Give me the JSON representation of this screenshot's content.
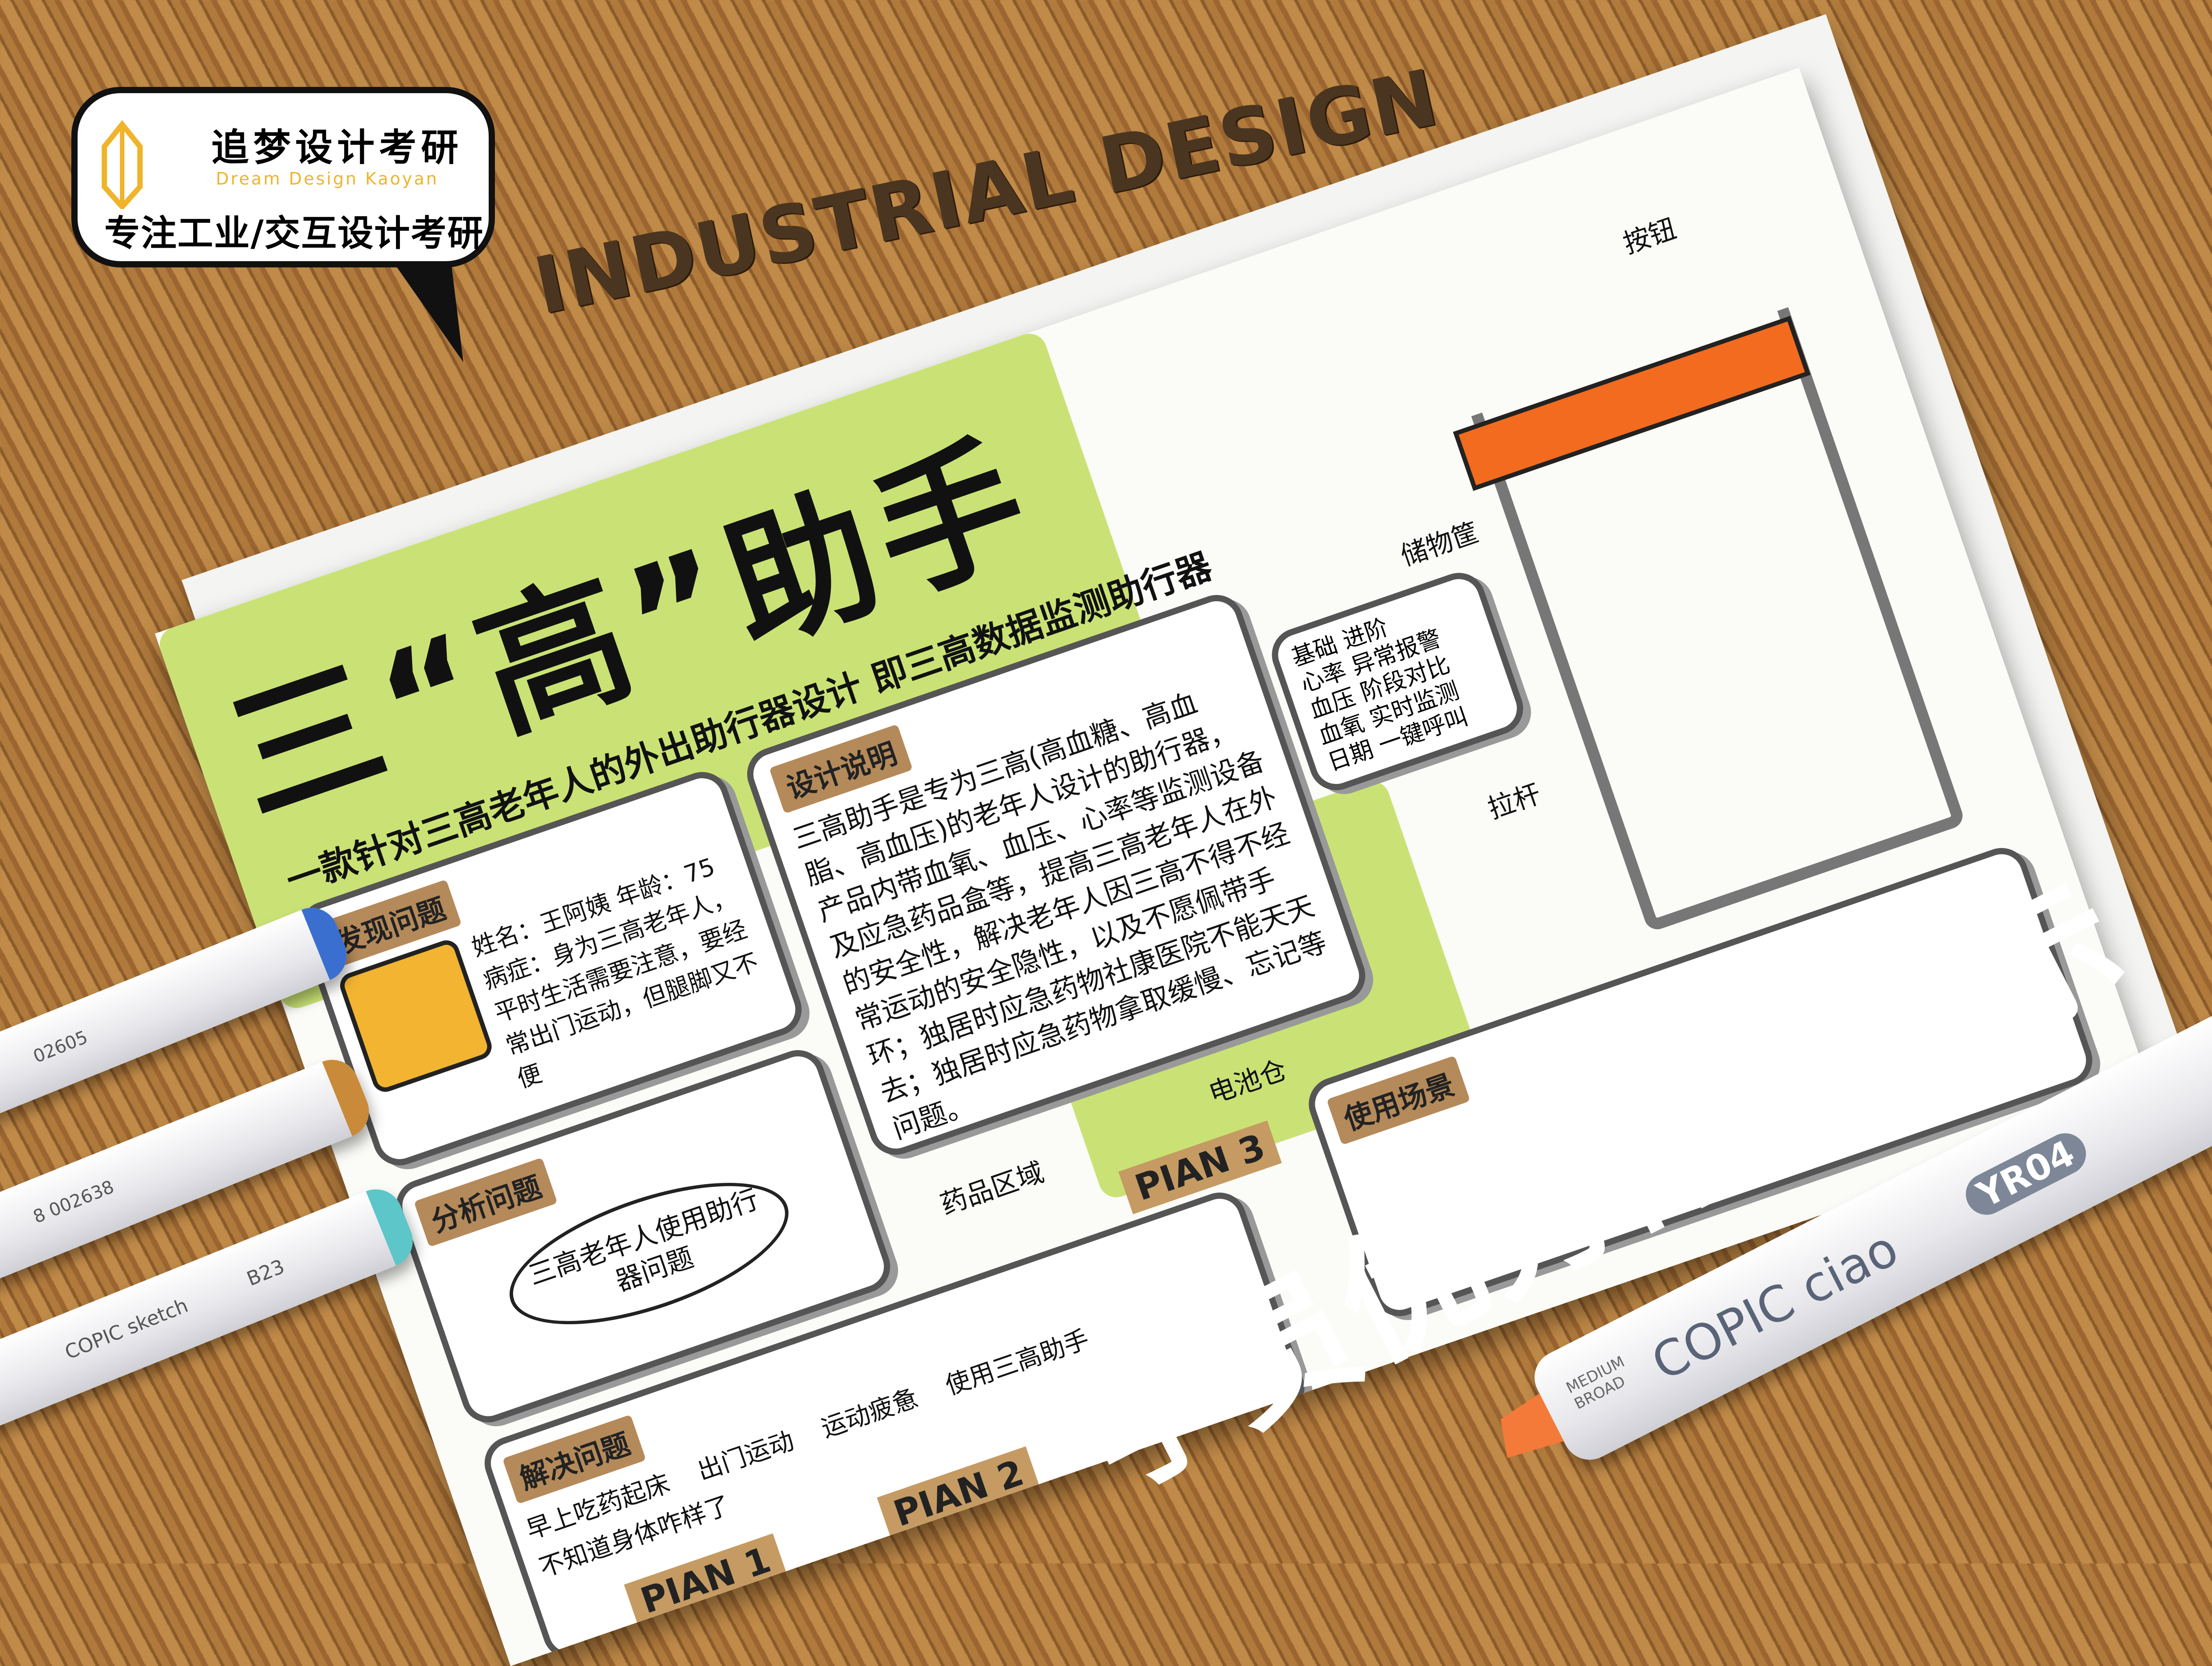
{
  "logo": {
    "name_cn": "追梦设计考研",
    "name_en": "Dream Design Kaoyan",
    "tagline": "专注工业/交互设计考研",
    "accent": "#f0b42a"
  },
  "header_text": "INDUSTRIAL DESIGN",
  "sheet": {
    "title": "三“高”助手",
    "subtitle": "一款针对三高老年人的外出助行器设计 即三高数据监测助行器",
    "design_label": "设计说明",
    "design_text": "三高助手是专为三高(高血糖、高血脂、高血压)的老年人设计的助行器，产品内带血氧、血压、心率等监测设备及应急药品盒等，提高三高老年人在外的安全性，解决老年人因三高不得不经常运动的安全隐性，以及不愿佩带手环；独居时应急药物社康医院不能天天去；独居时应急药物拿取缓慢、忘记等问题。",
    "sections": {
      "find": "发现问题",
      "analyze": "分析问题",
      "solve": "解决问题",
      "scene": "使用场景"
    },
    "persona": "姓名：王阿姨  年龄：75  病症：身为三高老年人，平时生活需要注意，要经常出门运动，但腿脚又不便",
    "screen_lines": [
      "基础 进阶",
      "心率 异常报警",
      "血压 阶段对比",
      "血氧 实时监测",
      "日期 一键呼叫"
    ],
    "journey": [
      "早上吃药起床",
      "出门运动",
      "运动疲惫",
      "使用三高助手",
      "不知道身体咋样了"
    ],
    "pians": [
      "PIAN 1",
      "PIAN 2",
      "PIAN 3"
    ],
    "callouts": [
      "储物筐",
      "拉杆",
      "电池仓",
      "按钮",
      "药品区域"
    ],
    "mind_center": "三高老年人使用助行器问题"
  },
  "promo_text": "学员优秀作业展示",
  "pen": {
    "brand": "COPIC ciao",
    "code": "YR04",
    "tip": "MEDIUM BROAD"
  },
  "left_pens": [
    "COPIC sketch",
    "B23",
    "8 002638",
    "02605"
  ],
  "colors": {
    "wood": "#a36c33",
    "marker_green": "#b9d94a",
    "marker_orange": "#f26b1f",
    "label_tan": "#b58a5a"
  }
}
